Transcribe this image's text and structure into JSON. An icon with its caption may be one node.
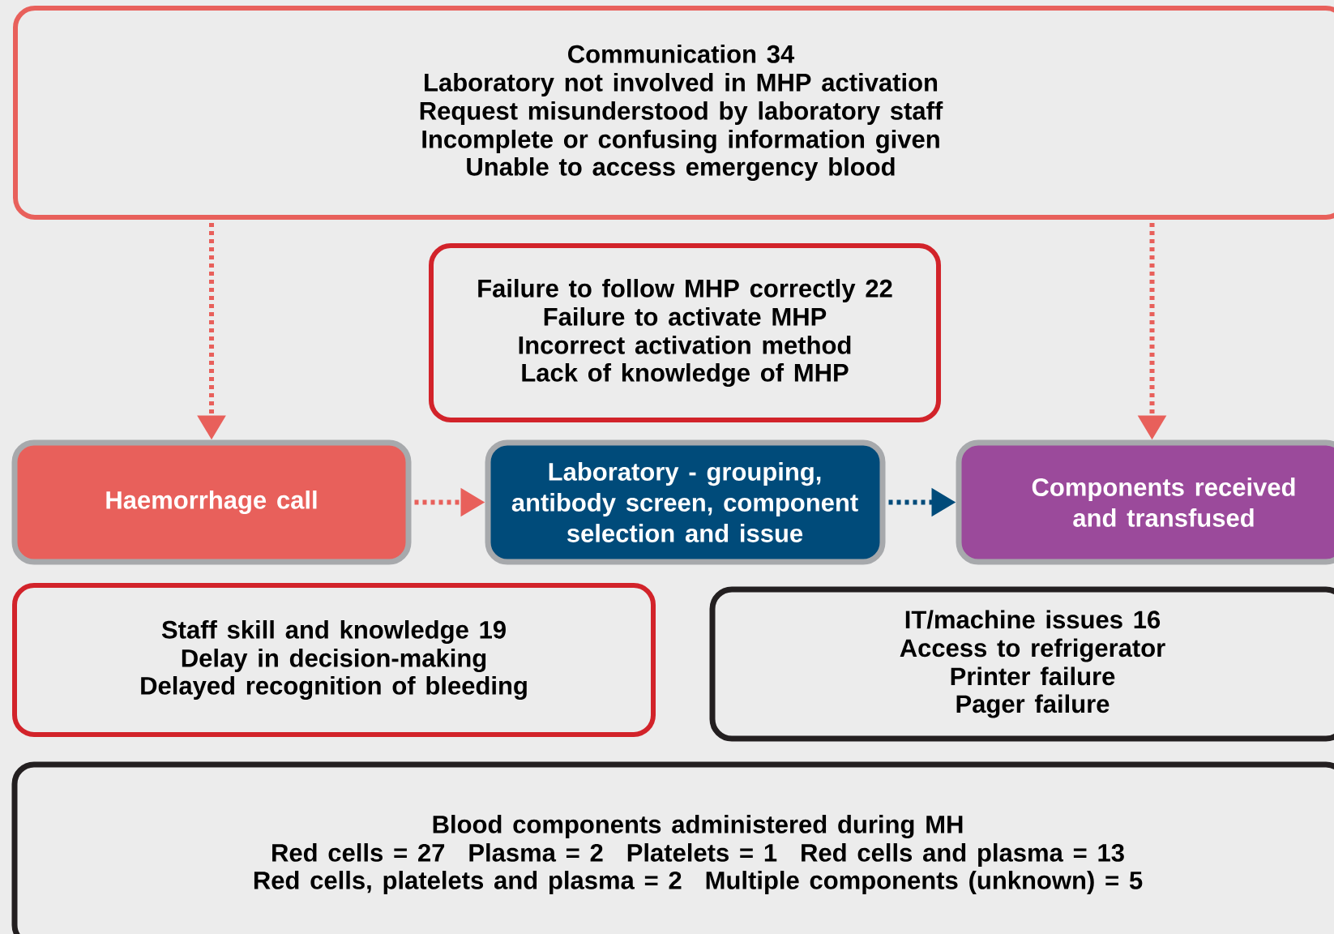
{
  "diagram": {
    "nodes": [
      {
        "text": [
          "Communication 34",
          "Laboratory not involved in MHP activation",
          "Request misunderstood by laboratory staff",
          "Incomplete or confusing information given",
          "Unable to access emergency blood"
        ]
      },
      {
        "text": [
          "Failure to follow MHP correctly 22",
          "Failure to activate MHP",
          "Incorrect activation method",
          "Lack of knowledge of MHP"
        ]
      },
      {
        "text": [
          "Haemorrhage call"
        ]
      },
      {
        "text": [
          "Laboratory - grouping, antibody screen, component selection and issue"
        ]
      },
      {
        "text": [
          "Components received and transfused"
        ]
      },
      {
        "text": [
          "Staff skill and knowledge 19",
          "Delay in decision-making",
          "Delayed recognition of bleeding"
        ]
      },
      {
        "text": [
          "IT/machine issues 16",
          "Access to refrigerator",
          "Printer failure",
          "Pager failure"
        ]
      },
      {
        "text": [
          "Blood components administered during MH",
          "Red cells = 27",
          "Plasma = 2",
          "Platelets = 1",
          "Red cells and plasma = 13",
          "Red cells, platelets and plasma = 2",
          "Multiple components (unknown) = 5"
        ]
      }
    ],
    "edges": [
      {
        "from": 0,
        "to": 2,
        "arrow": "to",
        "style": "dashed"
      },
      {
        "from": 0,
        "to": 4,
        "arrow": "to",
        "style": "dashed"
      },
      {
        "from": 2,
        "to": 3,
        "arrow": "to",
        "style": "dashed"
      },
      {
        "from": 3,
        "to": 4,
        "arrow": "to",
        "style": "dashed",
        "color": "#004b7a"
      }
    ]
  }
}
